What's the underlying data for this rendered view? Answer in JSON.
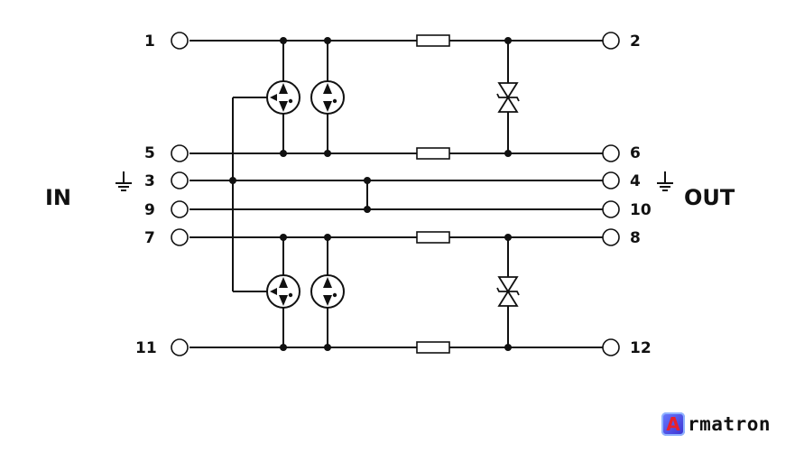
{
  "labels": {
    "in": "IN",
    "out": "OUT",
    "t1": "1",
    "t2": "2",
    "t5": "5",
    "t6": "6",
    "t3": "3",
    "t4": "4",
    "t9": "9",
    "t10": "10",
    "t7": "7",
    "t8": "8",
    "t11": "11",
    "t12": "12"
  },
  "logo": {
    "letter": "A",
    "rest": "rmatron"
  }
}
